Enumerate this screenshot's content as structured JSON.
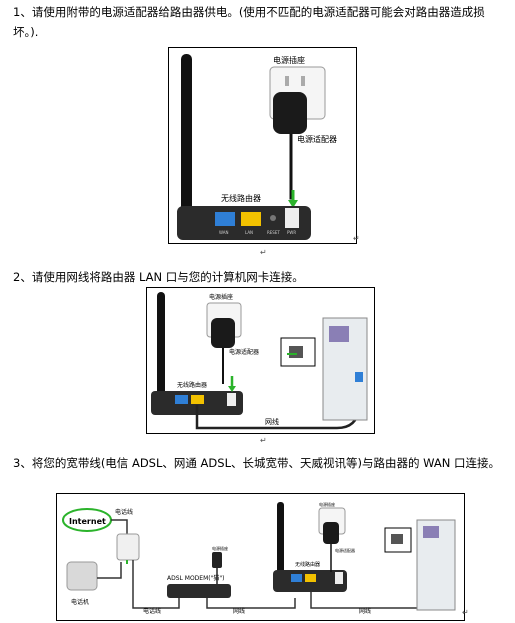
{
  "step1": {
    "text": "1、请使用附带的电源适配器给路由器供电。(使用不匹配的电源适配器可能会对路由器造成损坏。).",
    "figure": {
      "socket_label": "电源插座",
      "adapter_label": "电源适配器",
      "router_label": "无线路由器",
      "port_wan": "WAN",
      "port_lan": "LAN",
      "port_reset": "RESET",
      "port_pwr": "PWR"
    }
  },
  "step2": {
    "text": "2、请使用网线将路由器 LAN 口与您的计算机网卡连接。",
    "figure": {
      "socket_label": "电源插座",
      "adapter_label": "电源适配器",
      "router_label": "无线路由器",
      "cable_label": "网线"
    }
  },
  "step3": {
    "text": "3、将您的宽带线(电信 ADSL、网通 ADSL、长城宽带、天威视讯等)与路由器的 WAN 口连接。",
    "figure": {
      "internet_label": "Internet",
      "phone_line_top": "电话线",
      "phone_label": "电话机",
      "phone_line_bottom": "电话线",
      "modem_label": "ADSL MODEM(\"猫\")",
      "power_small_label": "电源插座",
      "router_label": "无线路由器",
      "socket_label": "电源插座",
      "adapter_label": "电源适配器",
      "cable_label_1": "网线",
      "cable_label_2": "网线"
    }
  },
  "return_mark": "↵"
}
